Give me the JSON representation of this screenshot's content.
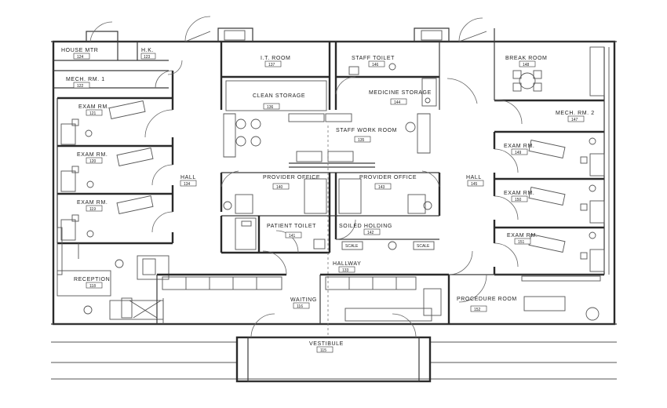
{
  "rooms": [
    {
      "id": "house-mtr",
      "name": "HOUSE MTR",
      "number": "124"
    },
    {
      "id": "hk",
      "name": "H.K.",
      "number": "123"
    },
    {
      "id": "mech1",
      "name": "MECH. RM. 1",
      "number": "122"
    },
    {
      "id": "exam-a",
      "name": "EXAM RM.",
      "number": "121"
    },
    {
      "id": "exam-b",
      "name": "EXAM RM.",
      "number": "120"
    },
    {
      "id": "exam-c",
      "name": "EXAM RM.",
      "number": "119"
    },
    {
      "id": "reception",
      "name": "RECEPTION",
      "number": "118"
    },
    {
      "id": "hall-left",
      "name": "HALL",
      "number": "134"
    },
    {
      "id": "it-room",
      "name": "I.T. ROOM",
      "number": "137"
    },
    {
      "id": "clean-storage",
      "name": "CLEAN STORAGE",
      "number": "136"
    },
    {
      "id": "staff-toilet",
      "name": "STAFF TOILET",
      "number": "146"
    },
    {
      "id": "medicine-storage",
      "name": "MEDICINE STORAGE",
      "number": "144"
    },
    {
      "id": "staff-work",
      "name": "STAFF WORK ROOM",
      "number": "135"
    },
    {
      "id": "provider-left",
      "name": "PROVIDER OFFICE",
      "number": "140"
    },
    {
      "id": "provider-right",
      "name": "PROVIDER OFFICE",
      "number": "143"
    },
    {
      "id": "patient-toilet",
      "name": "PATIENT TOILET",
      "number": "141"
    },
    {
      "id": "soiled-holding",
      "name": "SOILED HOLDING",
      "number": "142"
    },
    {
      "id": "hallway",
      "name": "HALLWAY",
      "number": "133"
    },
    {
      "id": "waiting",
      "name": "WAITING",
      "number": "116"
    },
    {
      "id": "vestibule",
      "name": "VESTIBULE",
      "number": "115"
    },
    {
      "id": "break-room",
      "name": "BREAK ROOM",
      "number": "148"
    },
    {
      "id": "mech2",
      "name": "MECH. RM. 2",
      "number": "147"
    },
    {
      "id": "exam-d",
      "name": "EXAM RM.",
      "number": "149"
    },
    {
      "id": "exam-e",
      "name": "EXAM RM.",
      "number": "150"
    },
    {
      "id": "exam-f",
      "name": "EXAM RM.",
      "number": "151"
    },
    {
      "id": "hall-right",
      "name": "HALL",
      "number": "145"
    },
    {
      "id": "procedure",
      "name": "PROCEDURE ROOM",
      "number": "152"
    }
  ],
  "scale_labels": [
    "SCALE",
    "SCALE"
  ]
}
